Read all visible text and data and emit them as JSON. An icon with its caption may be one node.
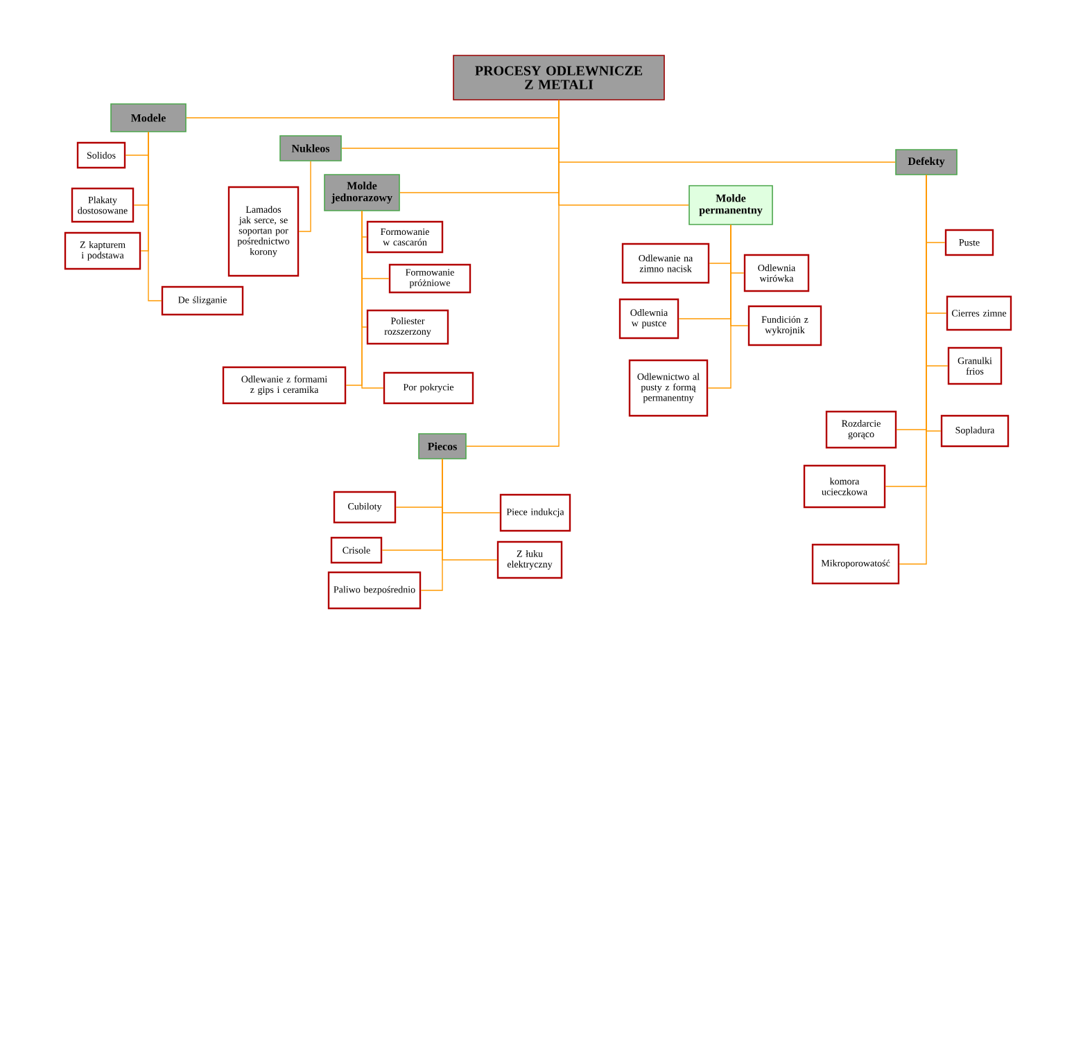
{
  "diagram": {
    "nodes": [
      {
        "text": [
          "PROCESY ODLEWNICZE Z METALI"
        ]
      },
      {
        "text": [
          "Modele"
        ]
      },
      {
        "text": [
          "Solidos"
        ]
      },
      {
        "text": [
          "Plakaty dostosowane"
        ]
      },
      {
        "text": [
          "Z kapturem i podstawa"
        ]
      },
      {
        "text": [
          "De ślizganie"
        ]
      },
      {
        "text": [
          "Nukleos"
        ]
      },
      {
        "text": [
          "Lamados jak serce, se soportan por pośrednictwo korony"
        ]
      },
      {
        "text": [
          "Molde jednorazowy"
        ]
      },
      {
        "text": [
          "Formowanie w cascarón"
        ]
      },
      {
        "text": [
          "Formowanie próżniowe"
        ]
      },
      {
        "text": [
          "Poliester rozszerzony"
        ]
      },
      {
        "text": [
          "Odlewanie z formami z gips i ceramika"
        ]
      },
      {
        "text": [
          "Por pokrycie"
        ]
      },
      {
        "text": [
          "Molde permanentny"
        ]
      },
      {
        "text": [
          "Odlewanie na zimno nacisk"
        ]
      },
      {
        "text": [
          "Odlewnia wirówka"
        ]
      },
      {
        "text": [
          "Odlewnia w pustce"
        ]
      },
      {
        "text": [
          "Fundición z wykrojnik"
        ]
      },
      {
        "text": [
          "Odlewnictwo al pusty z formą permanentny"
        ]
      },
      {
        "text": [
          "Defekty"
        ]
      },
      {
        "text": [
          "Puste"
        ]
      },
      {
        "text": [
          "Cierres zimne"
        ]
      },
      {
        "text": [
          "Granulki frios"
        ]
      },
      {
        "text": [
          "Rozdarcie gorąco"
        ]
      },
      {
        "text": [
          "Sopladura"
        ]
      },
      {
        "text": [
          "komora ucieczkowa"
        ]
      },
      {
        "text": [
          "Mikroporowatość"
        ]
      },
      {
        "text": [
          "Piecos"
        ]
      },
      {
        "text": [
          "Cubiloty"
        ]
      },
      {
        "text": [
          "Piece indukcja"
        ]
      },
      {
        "text": [
          "Crisole"
        ]
      },
      {
        "text": [
          "Z łuku elektryczny"
        ]
      },
      {
        "text": [
          "Paliwo bezpośrednio"
        ]
      }
    ],
    "edges": [
      {
        "from": 0,
        "to": 1,
        "arrow": "none"
      },
      {
        "from": 0,
        "to": 6,
        "arrow": "none"
      },
      {
        "from": 0,
        "to": 8,
        "arrow": "none"
      },
      {
        "from": 0,
        "to": 20,
        "arrow": "none"
      },
      {
        "from": 0,
        "to": 14,
        "arrow": "none"
      },
      {
        "from": 0,
        "to": 28,
        "arrow": "none"
      },
      {
        "from": 1,
        "to": 2,
        "arrow": "none"
      },
      {
        "from": 1,
        "to": 3,
        "arrow": "none"
      },
      {
        "from": 1,
        "to": 4,
        "arrow": "none"
      },
      {
        "from": 1,
        "to": 5,
        "arrow": "none"
      },
      {
        "from": 6,
        "to": 7,
        "arrow": "none"
      },
      {
        "from": 8,
        "to": 9,
        "arrow": "none"
      },
      {
        "from": 8,
        "to": 10,
        "arrow": "none"
      },
      {
        "from": 8,
        "to": 11,
        "arrow": "none"
      },
      {
        "from": 8,
        "to": 12,
        "arrow": "none"
      },
      {
        "from": 8,
        "to": 13,
        "arrow": "none"
      },
      {
        "from": 14,
        "to": 15,
        "arrow": "none"
      },
      {
        "from": 14,
        "to": 16,
        "arrow": "none"
      },
      {
        "from": 14,
        "to": 17,
        "arrow": "none"
      },
      {
        "from": 14,
        "to": 18,
        "arrow": "none"
      },
      {
        "from": 14,
        "to": 19,
        "arrow": "none"
      },
      {
        "from": 20,
        "to": 21,
        "arrow": "none"
      },
      {
        "from": 20,
        "to": 22,
        "arrow": "none"
      },
      {
        "from": 20,
        "to": 23,
        "arrow": "none"
      },
      {
        "from": 20,
        "to": 24,
        "arrow": "none"
      },
      {
        "from": 20,
        "to": 25,
        "arrow": "none"
      },
      {
        "from": 20,
        "to": 26,
        "arrow": "none"
      },
      {
        "from": 20,
        "to": 27,
        "arrow": "none"
      },
      {
        "from": 28,
        "to": 29,
        "arrow": "none"
      },
      {
        "from": 28,
        "to": 30,
        "arrow": "none"
      },
      {
        "from": 28,
        "to": 31,
        "arrow": "none"
      },
      {
        "from": 28,
        "to": 32,
        "arrow": "none"
      },
      {
        "from": 28,
        "to": 33,
        "arrow": "none"
      }
    ]
  }
}
